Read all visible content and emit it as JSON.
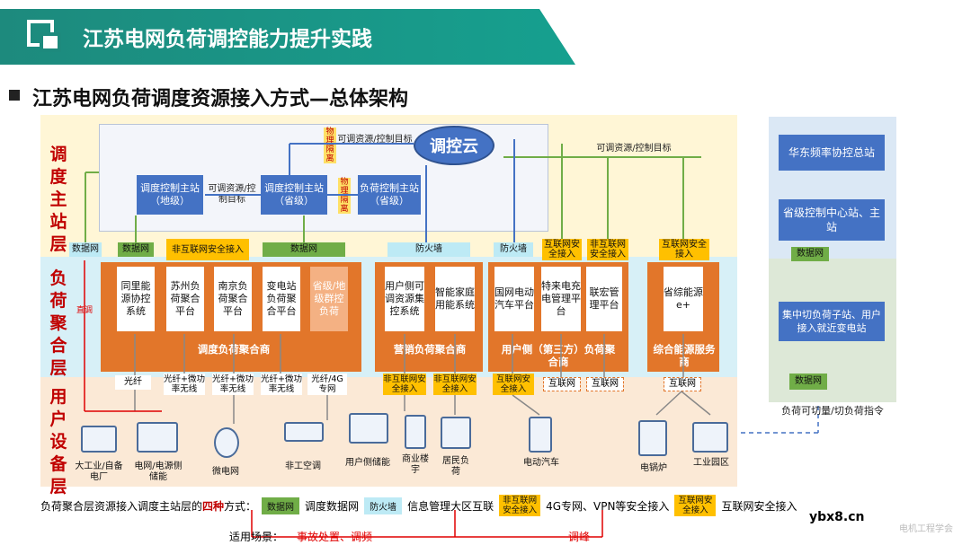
{
  "header": {
    "title": "江苏电网负荷调控能力提升实践"
  },
  "subtitle": "江苏电网负荷调度资源接入方式—总体架构",
  "layers": {
    "master": "调度主站层",
    "aggregation": "负荷聚合层",
    "device": "用户设备层"
  },
  "cloud": "调控云",
  "master": {
    "edge_label": "可调资源/控制目标",
    "edge_label_right": "可调资源/控制目标",
    "edge_label_mid": "可调资源/控制目标",
    "isolation": "物理隔离",
    "isolation2": "物理隔离",
    "box_di": "调度控制主站（地级）",
    "box_sheng": "调度控制主站（省级）",
    "box_load": "负荷控制主站（省级）"
  },
  "channels": {
    "c1": "数据网",
    "c2": "数据网",
    "c3": "非互联网安全接入",
    "c4": "数据网",
    "c5": "防火墙",
    "c6": "防火墙",
    "c7": "互联网安全接入",
    "c8": "非互联网安全接入",
    "c9": "互联网安全接入"
  },
  "aggregators": {
    "dispatch": {
      "label": "调度负荷聚合商",
      "cols": [
        "同里能源协控系统",
        "苏州负荷聚合平台",
        "南京负荷聚合平台",
        "变电站负荷聚合平台",
        "省级/地级群控负荷"
      ]
    },
    "marketing": {
      "label": "营销负荷聚合商",
      "cols": [
        "用户侧可调资源集控系统",
        "智能家庭用能系统"
      ]
    },
    "third": {
      "label": "用户侧（第三方）负荷聚合商",
      "cols": [
        "国网电动汽车平台",
        "特来电充电管理平台",
        "联宏管理平台"
      ]
    },
    "energy": {
      "label": "综合能源服务商",
      "cols": [
        "省综能源e+"
      ]
    }
  },
  "lower_channels": {
    "l1": "光纤",
    "l2": "光纤+微功率无线",
    "l3": "光纤+微功率无线",
    "l4": "光纤+微功率无线",
    "l5": "光纤/4G专网",
    "l6": "非互联网安全接入",
    "l7": "非互联网安全接入",
    "l8": "互联网安全接入",
    "l9": "互联网",
    "l10": "互联网",
    "l11": "互联网"
  },
  "direct": "直调",
  "devices": [
    "大工业/自备电厂",
    "电网/电源侧储能",
    "微电网",
    "非工空调",
    "用户侧储能",
    "商业楼宇",
    "居民负荷",
    "电动汽车",
    "电锅炉",
    "工业园区"
  ],
  "right_panel": {
    "b1": "华东频率协控总站",
    "b2": "省级控制中心站、主站",
    "b3": "数据网",
    "b4": "集中切负荷子站、用户接入就近变电站",
    "b5": "数据网",
    "b6": "负荷可切量/切负荷指令"
  },
  "legend": {
    "prefix": "负荷聚合层资源接入调度主站层的",
    "emph": "四种",
    "suffix": "方式：",
    "k1": "数据网",
    "t1": "调度数据网",
    "k2": "防火墙",
    "t2": "信息管理大区互联",
    "k3": "非互联网安全接入",
    "t3": "4G专网、VPN等安全接入",
    "k4": "互联网安全接入",
    "t4": "互联网安全接入"
  },
  "scenario": {
    "label": "适用场景：",
    "s1": "事故处置、调频",
    "s2": "调峰"
  },
  "watermark": "ybx8.cn",
  "watermark2": "电机工程学会",
  "colors": {
    "teal": "#1d8a7d",
    "blue": "#4472c4",
    "orange": "#e2762a",
    "green": "#70ad47",
    "yellow": "#ffc000",
    "red": "#c00000"
  }
}
